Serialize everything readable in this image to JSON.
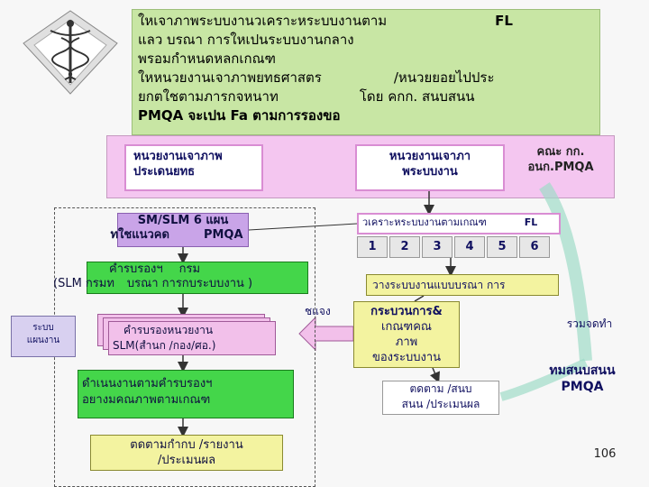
{
  "intro": {
    "lines": [
      "ใหเจาภาพระบบงานวเคราะหระบบงานตาม",
      "แลว บรณา การใหเปนระบบงานกลาง",
      "พรอมกำหนดหลกเกณฑ",
      "ใหหนวยงานเจาภาพยทธศาสตร",
      "ยกตใชตามภารกจหนาท",
      "PMQA จะเปน  Fa ตามการรองขอ"
    ],
    "fl": "FL",
    "unit_suffix": "/หนวยยอยไปประ",
    "by_note": "โดย คกก. สนบสนน"
  },
  "band": {
    "agency_line1": "หนวยงานเจาภาพ",
    "agency_line2": "ประเดนยทธ",
    "unit_line1": "หนวยงานเจาภา",
    "unit_line2": "พระบบงาน",
    "committee_line1": "คณะ กก.",
    "committee_line2": "อนก.PMQA"
  },
  "left": {
    "plan_line1": "SM/SLM 6 แผน",
    "plan_line2a": "ทใชแนวคด",
    "plan_line2b": "PMQA",
    "cert_line1a": "คำรบรองฯ",
    "cert_line1b": "กรม",
    "cert_line2a": "(SLM กรมท",
    "cert_line2b": "บรณา การกบระบบงาน )",
    "system_line1": "ระบบ",
    "system_line2": "แผนงาน",
    "unit_cert_line1": "คำรบรองหนวยงาน",
    "unit_cert_line2": "SLM(สำนก   /กอง/ศอ.)",
    "execute_line1": "ดำเนนงานตามคำรบรองฯ",
    "execute_line2": "อยางมคณภาพตามเกณฑ",
    "monitor_line1": "ตดตามกำกบ      /รายงาน",
    "monitor_line2": "/ประเมนผล"
  },
  "right": {
    "analysis_text": "วเคราะหระบบงานตามเกณฑ",
    "analysis_fl": "FL",
    "numbers": [
      "1",
      "2",
      "3",
      "4",
      "5",
      "6"
    ],
    "design_text": "วางระบบงานแบบบรณา การ",
    "clarify": "ชแจง",
    "process_lines": [
      "กระบวนการ&",
      "เกณฑคณ",
      "ภาพ",
      "ของระบบงาน"
    ],
    "tracking_line1": "ตดตาม  /สนบ",
    "tracking_line2": "สนน /ประเมนผล",
    "joint_text": "รวมจดทำ",
    "team_line1": "ทมสนบสนน",
    "team_line2": "PMQA"
  },
  "page_number": "106",
  "colors": {
    "intro_bg": "#c8e6a4",
    "band_bg": "#f4c6f0",
    "green": "#44d64a",
    "yellow": "#f3f3a0",
    "purple": "#c9a4e8",
    "pink": "#f2c0ea"
  },
  "logo_icon": "caduceus-icon"
}
